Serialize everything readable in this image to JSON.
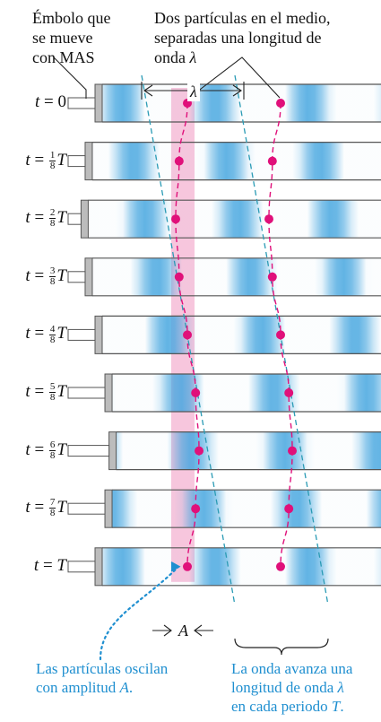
{
  "labels": {
    "piston_line1": "Émbolo que",
    "piston_line2": "se mueve",
    "piston_line3": "con MAS",
    "particles_line1": "Dos partículas en el medio,",
    "particles_line2": "separadas una longitud de",
    "particles_line3_text": "onda ",
    "particles_line3_symbol": "λ",
    "lambda_symbol": "λ",
    "amplitude_symbol": "A",
    "oscillate_line1": "Las partículas oscilan",
    "oscillate_line2_text": "con amplitud ",
    "oscillate_line2_symbol": "A",
    "oscillate_line2_end": ".",
    "advance_line1": "La onda avanza una",
    "advance_line2_text": "longitud de onda ",
    "advance_line2_symbol": "λ",
    "advance_line3_text": "en cada periodo ",
    "advance_line3_symbol": "T",
    "advance_line3_end": "."
  },
  "rows": [
    {
      "t_var": "t",
      "eq": "=",
      "value": "0",
      "num": "",
      "den": "",
      "suffix": "",
      "phase": 0
    },
    {
      "t_var": "t",
      "eq": "=",
      "value": "",
      "num": "1",
      "den": "8",
      "suffix": "T",
      "phase": 0.125
    },
    {
      "t_var": "t",
      "eq": "=",
      "value": "",
      "num": "2",
      "den": "8",
      "suffix": "T",
      "phase": 0.25
    },
    {
      "t_var": "t",
      "eq": "=",
      "value": "",
      "num": "3",
      "den": "8",
      "suffix": "T",
      "phase": 0.375
    },
    {
      "t_var": "t",
      "eq": "=",
      "value": "",
      "num": "4",
      "den": "8",
      "suffix": "T",
      "phase": 0.5
    },
    {
      "t_var": "t",
      "eq": "=",
      "value": "",
      "num": "5",
      "den": "8",
      "suffix": "T",
      "phase": 0.625
    },
    {
      "t_var": "t",
      "eq": "=",
      "value": "",
      "num": "6",
      "den": "8",
      "suffix": "T",
      "phase": 0.75
    },
    {
      "t_var": "t",
      "eq": "=",
      "value": "",
      "num": "7",
      "den": "8",
      "suffix": "T",
      "phase": 0.875
    },
    {
      "t_var": "t",
      "eq": "=",
      "value": "T",
      "num": "",
      "den": "",
      "suffix": "",
      "phase": 1.0
    }
  ],
  "colors": {
    "tube_blue": "#4aa8e0",
    "tube_border": "#555555",
    "piston_fill": "#bcbcbc",
    "particle": "#e0107a",
    "track_dash": "#e0107a",
    "wavefront_dash": "#2a9bb5",
    "highlight_band": "#f7c6dd",
    "caption_blue": "#1f8fd0"
  }
}
